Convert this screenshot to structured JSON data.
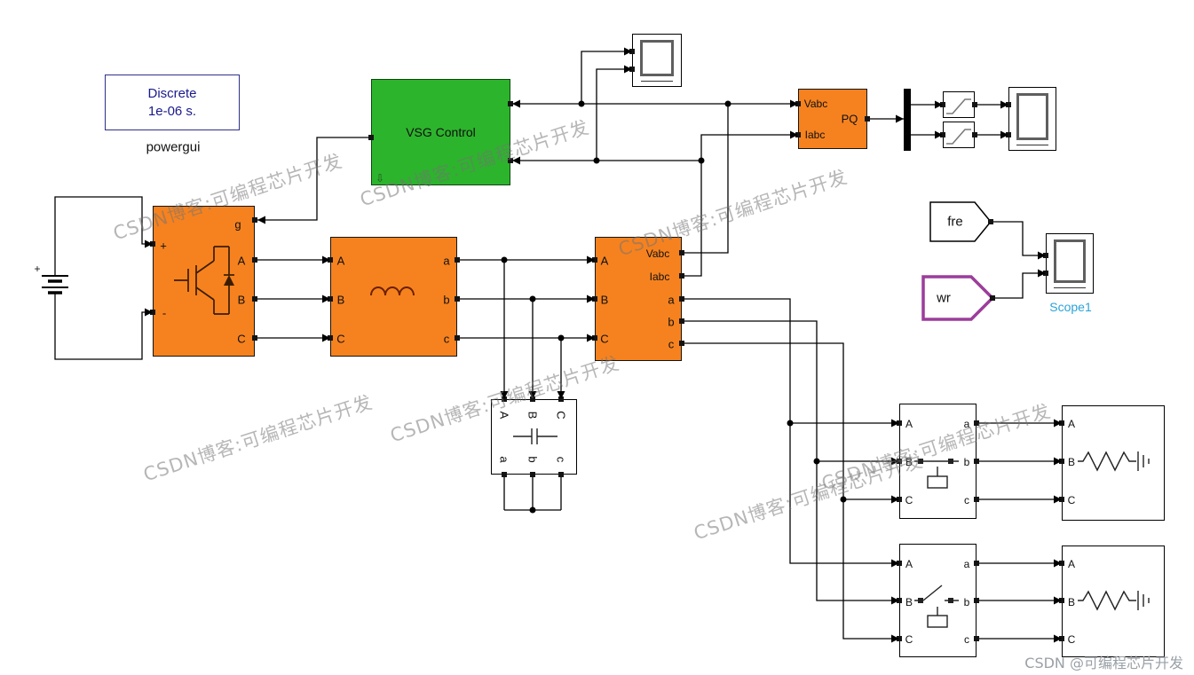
{
  "watermark": {
    "text": "CSDN博客:可编程芯片开发",
    "credit": "CSDN @可编程芯片开发"
  },
  "powergui": {
    "line1": "Discrete",
    "line2": "1e-06 s.",
    "caption": "powergui"
  },
  "vsg": {
    "label": "VSG Control",
    "badge": "⇩"
  },
  "pq": {
    "in1": "Vabc",
    "in2": "Iabc",
    "label": "PQ"
  },
  "meas": {
    "vabc": "Vabc",
    "iabc": "Iabc"
  },
  "ports": {
    "A": "A",
    "B": "B",
    "C": "C",
    "a": "a",
    "b": "b",
    "c": "c",
    "g": "g",
    "plus": "+",
    "minus": "-"
  },
  "tags": {
    "fre": "fre",
    "wr": "wr"
  },
  "captions": {
    "scope1": "Scope1"
  },
  "colors": {
    "block_orange": "#F6821F",
    "vsg_green": "#2DB42D",
    "powergui_text": "#1A1A8C",
    "scope1_caption": "#29A3D8",
    "wr_border": "#9B3D9B"
  }
}
